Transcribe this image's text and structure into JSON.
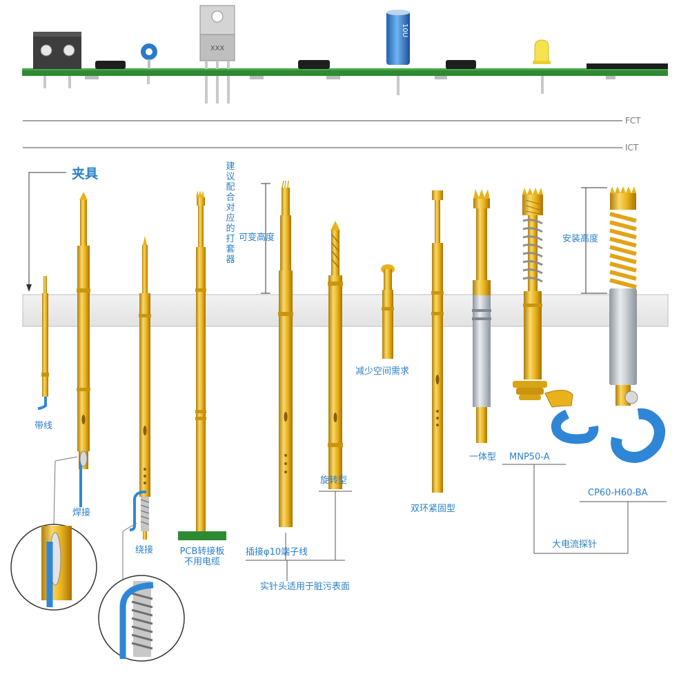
{
  "levels": {
    "fct": "FCT",
    "ict": "ICT"
  },
  "pcb": {
    "chip_marking": "XXX",
    "capacitor_marking": "10U"
  },
  "fixture": {
    "title": "夹具"
  },
  "annotations": {
    "recommended_drill": "建议配合对应的打套器",
    "variable_height": "可变高度",
    "install_height": "安装高度"
  },
  "labels": {
    "ribbon_wire": "带线",
    "solder": "焊接",
    "wire_wrap": "绕接",
    "pcb_adapter_line1": "PCB转接板",
    "pcb_adapter_line2": "不用电缆",
    "plug_terminal": "插接φ10端子线",
    "solid_tip": "实针头适用于脏污表面",
    "rotary": "旋转型",
    "reduce_space": "减少空间需求",
    "double_ring": "双环紧固型",
    "one_piece": "一体型",
    "mnp50": "MNP50-A",
    "cp60": "CP60-H60-BA",
    "high_current": "大电流探针"
  },
  "colors": {
    "gold": "#e9b21c",
    "gold_light": "#f8d867",
    "gold_dark": "#b07d0a",
    "pcb_green": "#2f8a33",
    "wire_blue": "#2f86d6",
    "label_blue": "#2a7fc9",
    "steel": "#b9c1c7"
  }
}
